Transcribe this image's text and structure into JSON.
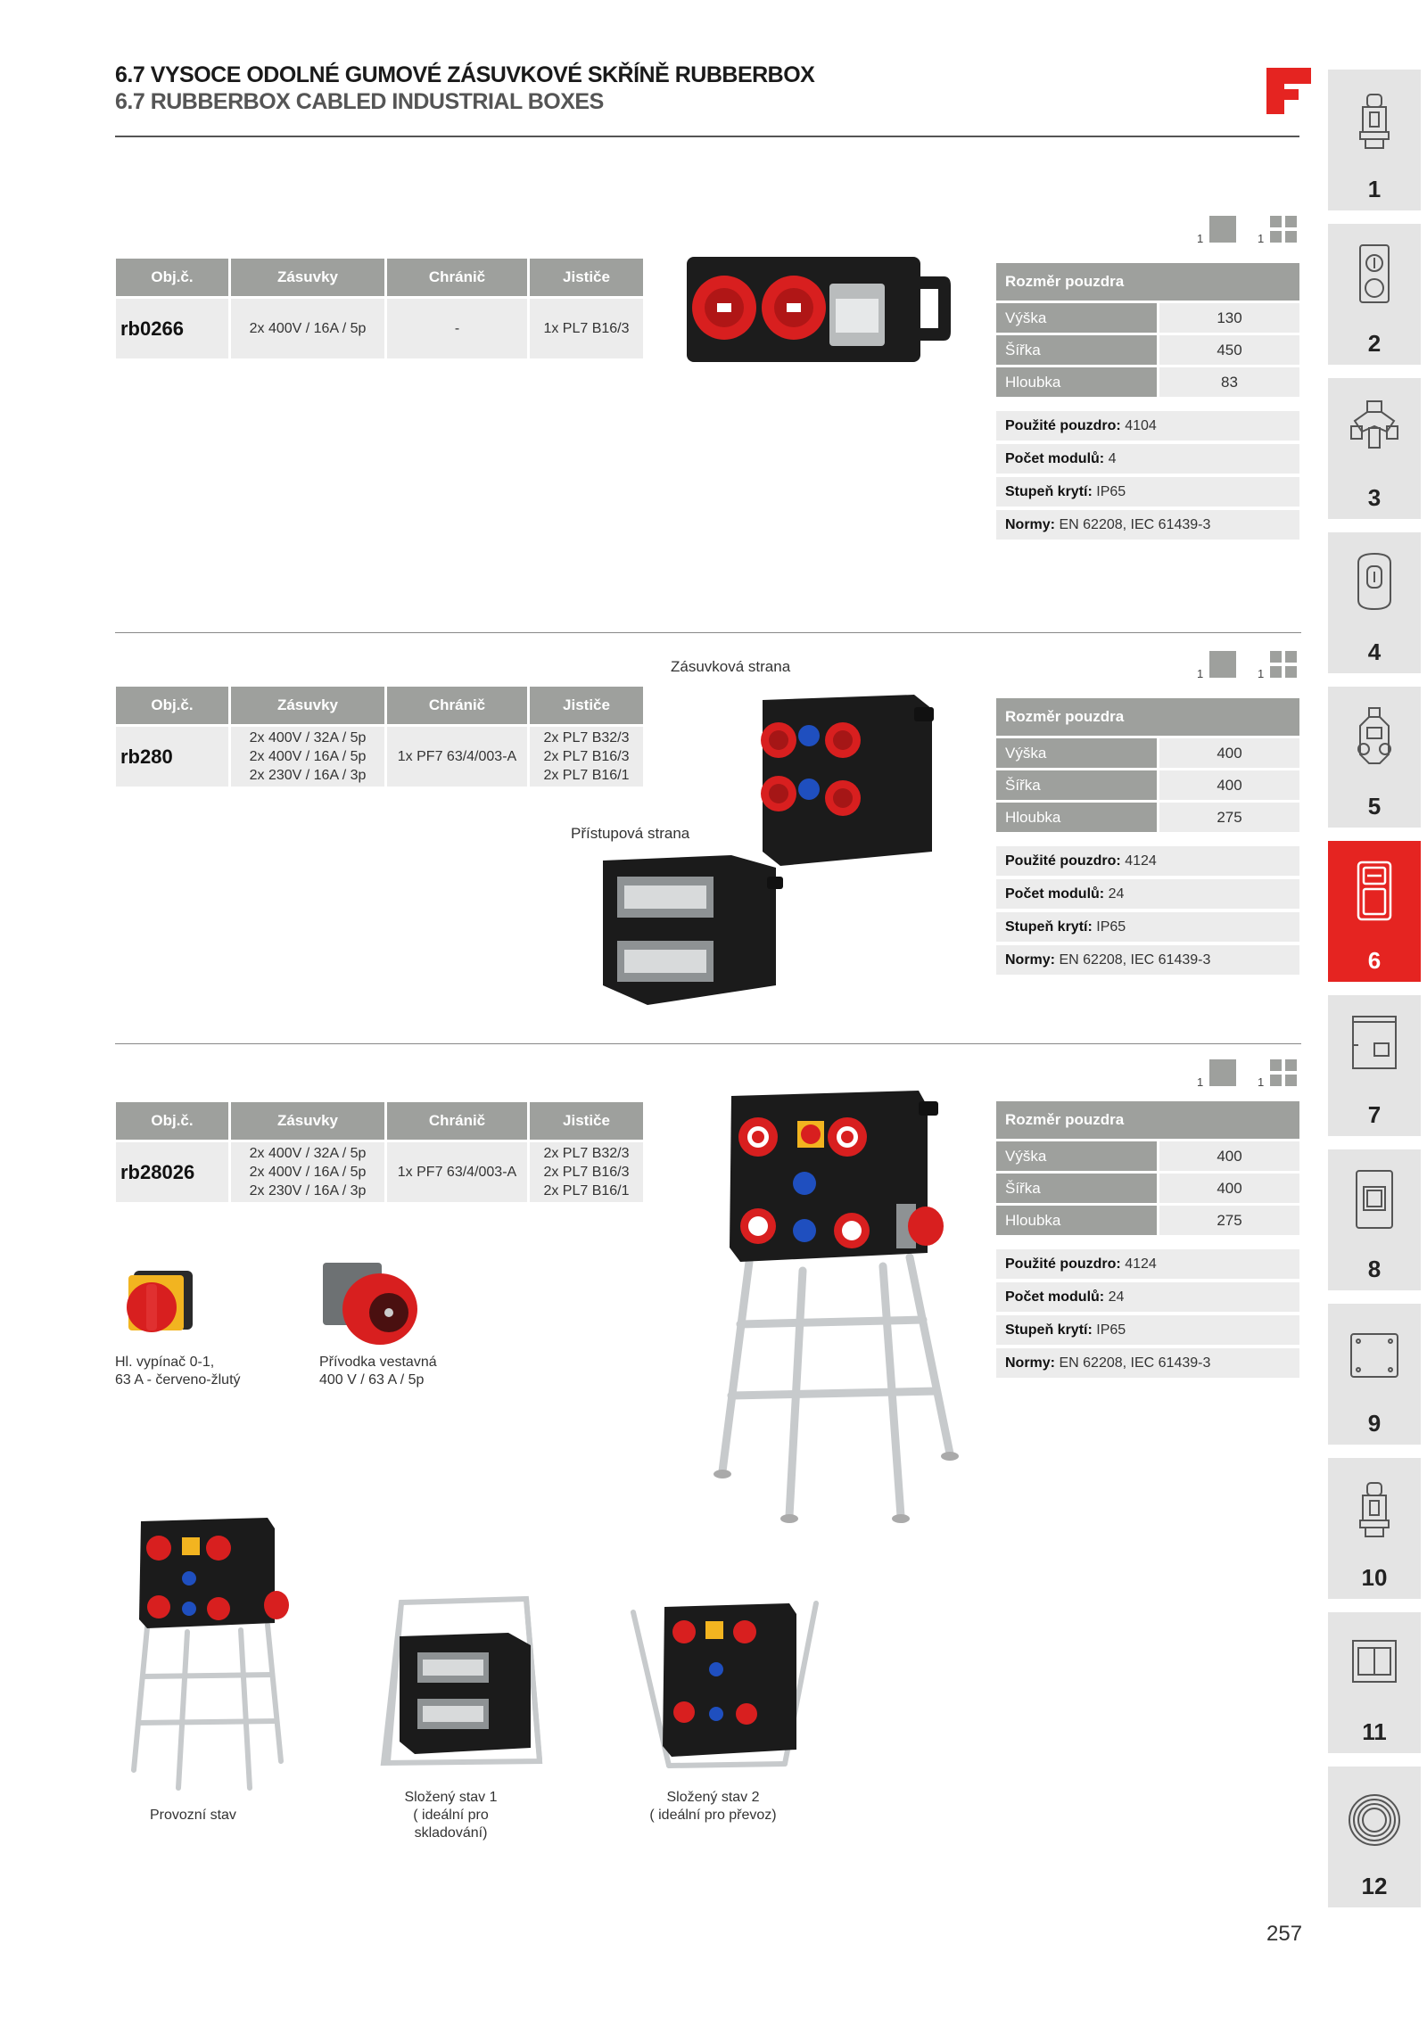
{
  "header": {
    "title_cs": "6.7  VYSOCE ODOLNÉ GUMOVÉ ZÁSUVKOVÉ SKŘÍNĚ RUBBERBOX",
    "title_en": "6.7  RUBBERBOX CABLED INDUSTRIAL BOXES"
  },
  "columns": {
    "code": "Obj.č.",
    "sockets": "Zásuvky",
    "rcd": "Chránič",
    "breakers": "Jističe"
  },
  "spec_labels": {
    "title": "Rozměr pouzdra",
    "height": "Výška",
    "width": "Šířka",
    "depth": "Hloubka",
    "housing": "Použité pouzdro:",
    "modules": "Počet modulů:",
    "protection": "Stupeň krytí:",
    "norms": "Normy:"
  },
  "products": [
    {
      "code": "rb0266",
      "sockets": [
        "2x 400V / 16A / 5p"
      ],
      "rcd": "-",
      "breakers": [
        "1x PL7 B16/3"
      ],
      "pack": [
        "1",
        "1"
      ],
      "height": "130",
      "width": "450",
      "depth": "83",
      "housing": "4104",
      "modules": "4",
      "protection": "IP65",
      "norms": "EN 62208, IEC 61439-3"
    },
    {
      "code": "rb280",
      "sockets": [
        "2x 400V / 32A / 5p",
        "2x 400V / 16A / 5p",
        "2x 230V / 16A / 3p"
      ],
      "rcd": "1x PF7 63/4/003-A",
      "breakers": [
        "2x PL7 B32/3",
        "2x PL7 B16/3",
        "2x PL7 B16/1"
      ],
      "pack": [
        "1",
        "1"
      ],
      "height": "400",
      "width": "400",
      "depth": "275",
      "housing": "4124",
      "modules": "24",
      "protection": "IP65",
      "norms": "EN 62208, IEC 61439-3",
      "caption_front": "Zásuvková strana",
      "caption_back": "Přístupová strana"
    },
    {
      "code": "rb28026",
      "sockets": [
        "2x 400V / 32A / 5p",
        "2x 400V / 16A / 5p",
        "2x 230V / 16A / 3p"
      ],
      "rcd": "1x PF7 63/4/003-A",
      "breakers": [
        "2x PL7 B32/3",
        "2x PL7 B16/3",
        "2x PL7 B16/1"
      ],
      "pack": [
        "1",
        "1"
      ],
      "height": "400",
      "width": "400",
      "depth": "275",
      "housing": "4124",
      "modules": "24",
      "protection": "IP65",
      "norms": "EN 62208, IEC 61439-3"
    }
  ],
  "accessories": [
    {
      "line1": "Hl. vypínač 0-1,",
      "line2": "63 A - červeno-žlutý"
    },
    {
      "line1": "Přívodka vestavná",
      "line2": "400 V / 63 A / 5p"
    }
  ],
  "states": [
    {
      "line1": "Provozní stav",
      "line2": ""
    },
    {
      "line1": "Složený stav 1",
      "line2": "( ideální pro skladování)"
    },
    {
      "line1": "Složený stav 2",
      "line2": "( ideální pro převoz)"
    }
  ],
  "tabs": [
    "1",
    "2",
    "3",
    "4",
    "5",
    "6",
    "7",
    "8",
    "9",
    "10",
    "11",
    "12"
  ],
  "active_tab": "6",
  "page_number": "257",
  "colors": {
    "accent": "#e52421",
    "header_gray": "#9ea09d",
    "cell_gray": "#ececec"
  }
}
